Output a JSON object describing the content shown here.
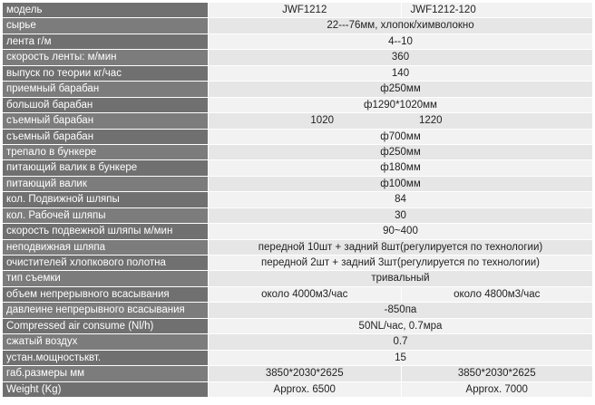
{
  "rows": [
    {
      "label": "модель",
      "a": "JWF1212",
      "b": "JWF1212-120"
    },
    {
      "label": "сырье",
      "v": "22---76мм, хлопок/химволокно"
    },
    {
      "label": "лента г/м",
      "v": "4--10"
    },
    {
      "label": "скорость ленты: м/мин",
      "v": "360"
    },
    {
      "label": "выпуск по теории кг/час",
      "v": "140"
    },
    {
      "label": "приемный барабан",
      "v": "ф250мм"
    },
    {
      "label": "большой барабан",
      "v": "ф1290*1020мм"
    },
    {
      "label": "съемный барабан",
      "a": "1020",
      "b": "1220"
    },
    {
      "label": "съемный барабан",
      "v": "ф700мм"
    },
    {
      "label": "трепало в бункере",
      "v": "ф250мм"
    },
    {
      "label": "питающий валик в бункере",
      "v": "ф180мм"
    },
    {
      "label": "питающий валик",
      "v": "ф100мм"
    },
    {
      "label": "кол. Подвижной шляпы",
      "v": "84"
    },
    {
      "label": "кол. Рабочей шляпы",
      "v": "30"
    },
    {
      "label": "скорость подвежной шляпы м/мин",
      "v": "90~400"
    },
    {
      "label": "неподвижная шляпа",
      "v": "передной 10шт + задний 8шт(регулируется по технологии)"
    },
    {
      "label": "очистителей хлопкового полотна",
      "v": "передной 2шт + задний 3шт(регулируется по технологии)"
    },
    {
      "label": "тип съемки",
      "v": "тривальный"
    },
    {
      "label": "объем непрерывного всасывания",
      "a": "около 4000м3/час",
      "b": "около 4800м3/час"
    },
    {
      "label": "давлеине непрерывного всасывания",
      "v": "-850па"
    },
    {
      "label": "Compressed air consume (Nl/h)",
      "v": "50NL/час, 0.7мра"
    },
    {
      "label": "сжатый воздух",
      "v": "0.7"
    },
    {
      "label": "устан.мощностьквт.",
      "v": "15"
    },
    {
      "label": "габ.размеры мм",
      "a": "3850*2030*2625",
      "b": "3850*2030*2625"
    },
    {
      "label": "Weight (Kg)",
      "a": "Approx. 6500",
      "b": "Approx. 7000"
    }
  ]
}
